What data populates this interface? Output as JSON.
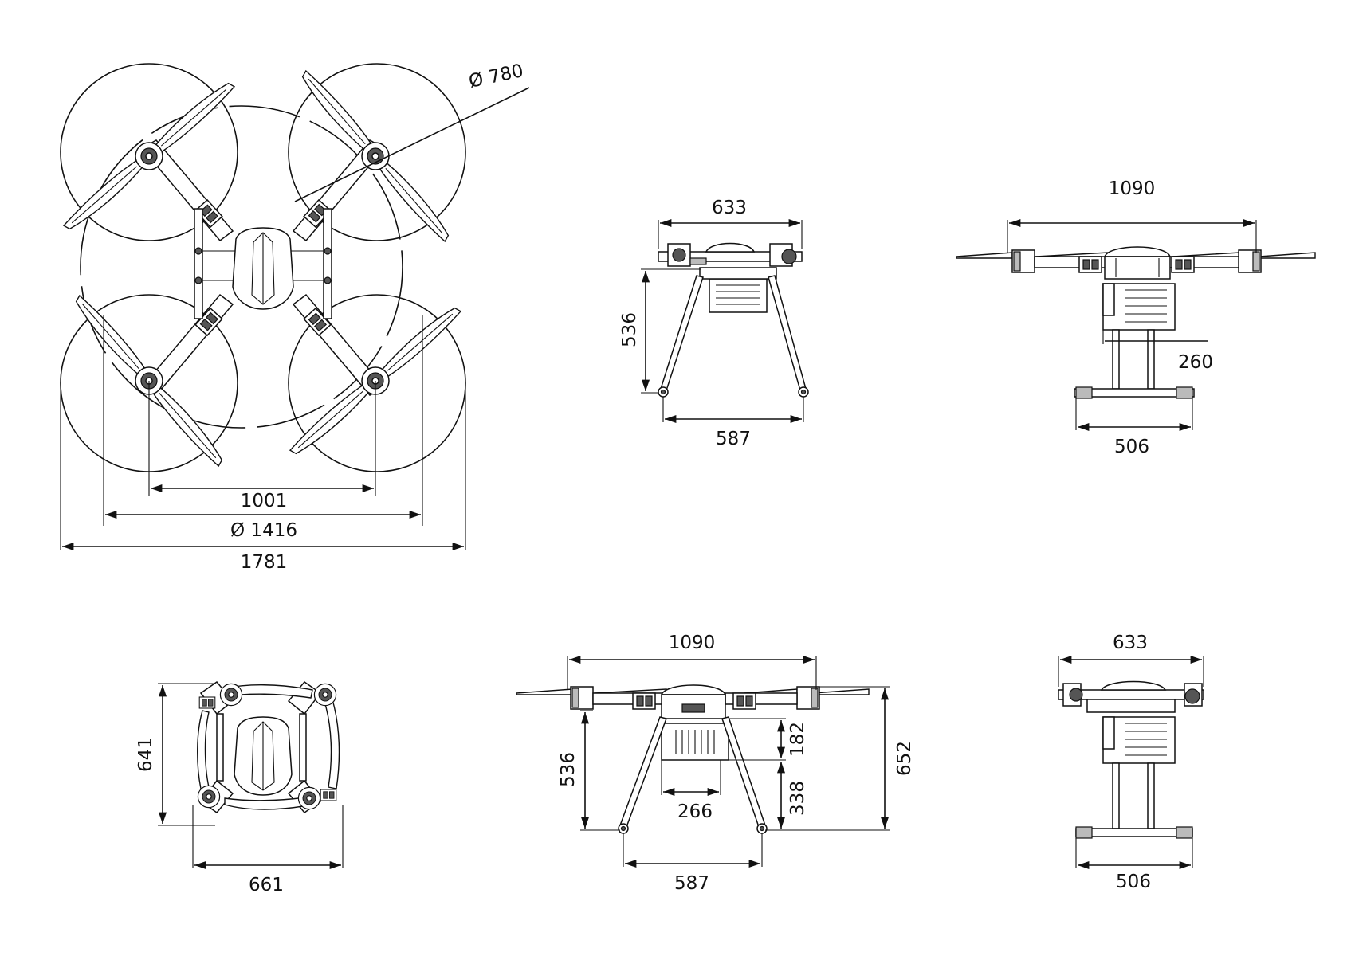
{
  "views": {
    "top_unfolded": {
      "prop_diameter": "Ø 780",
      "motor_span": "1001",
      "circle_diameter": "Ø 1416",
      "overall_width": "1781"
    },
    "side_arms_folded": {
      "top_width": "633",
      "height": "536",
      "leg_span": "587"
    },
    "front_unfolded_upper": {
      "rotor_span": "1090",
      "tank_width": "260",
      "skid_width": "506"
    },
    "top_folded": {
      "height": "641",
      "width": "661"
    },
    "front_unfolded_lower": {
      "rotor_span": "1090",
      "height_left": "536",
      "tank_height": "182",
      "ground_clearance": "338",
      "total_height": "652",
      "tank_width": "266",
      "leg_span": "587"
    },
    "side_unfolded": {
      "top_width": "633",
      "skid_width": "506"
    }
  }
}
